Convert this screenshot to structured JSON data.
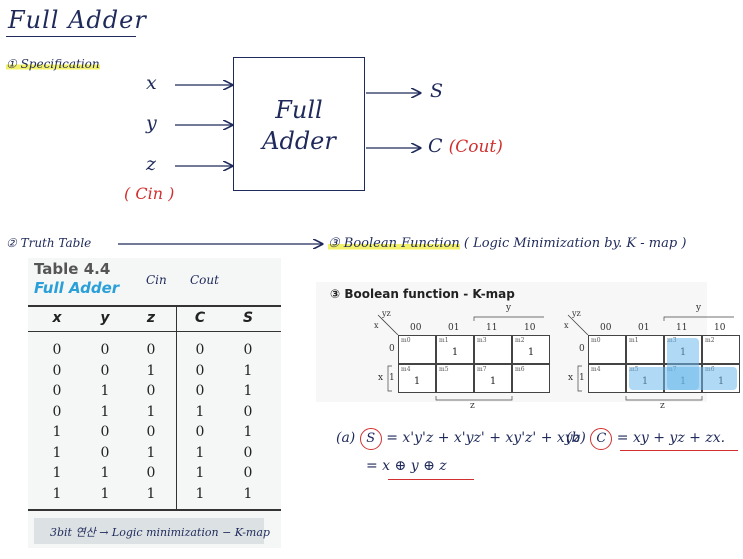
{
  "title": "Full Adder",
  "sections": {
    "spec": "① Specification",
    "truth": "② Truth Table",
    "boolean": "③ Boolean Function",
    "boolean_note": "( Logic Minimization by. K - map )"
  },
  "diagram": {
    "block_label_1": "Full",
    "block_label_2": "Adder",
    "input_x": "x",
    "input_y": "y",
    "input_z": "z",
    "cin_label": "( Cin )",
    "output_s": "S",
    "output_c": "C",
    "cout_label": "(Cout)"
  },
  "truth_table": {
    "title": "Table 4.4",
    "subtitle": "Full Adder",
    "cin_annotation": "Cin",
    "cout_annotation": "Cout",
    "headers": [
      "x",
      "y",
      "z",
      "C",
      "S"
    ],
    "rows": [
      [
        "0",
        "0",
        "0",
        "0",
        "0"
      ],
      [
        "0",
        "0",
        "1",
        "0",
        "1"
      ],
      [
        "0",
        "1",
        "0",
        "0",
        "1"
      ],
      [
        "0",
        "1",
        "1",
        "1",
        "0"
      ],
      [
        "1",
        "0",
        "0",
        "0",
        "1"
      ],
      [
        "1",
        "0",
        "1",
        "1",
        "0"
      ],
      [
        "1",
        "1",
        "0",
        "1",
        "0"
      ],
      [
        "1",
        "1",
        "1",
        "1",
        "1"
      ]
    ],
    "note": "3bit 연산 → Logic minimization − K-map"
  },
  "kmap_panel": {
    "title": "③ Boolean function - K-map",
    "corner_x": "x",
    "corner_yz": "yz",
    "y_label": "y",
    "z_label": "z",
    "x_side_label": "x",
    "col_labels": [
      "00",
      "01",
      "11",
      "10"
    ],
    "row_labels": [
      "0",
      "1"
    ],
    "minterms": [
      [
        "m0",
        "m1",
        "m3",
        "m2"
      ],
      [
        "m4",
        "m5",
        "m7",
        "m6"
      ]
    ],
    "map_s_values": [
      [
        "",
        "1",
        "",
        "1"
      ],
      [
        "1",
        "",
        "1",
        ""
      ]
    ],
    "map_c_values": [
      [
        "",
        "",
        "1",
        ""
      ],
      [
        "",
        "1",
        "1",
        "1"
      ]
    ]
  },
  "equations": {
    "a_label": "(a)",
    "s": "S",
    "s_expr": "= x'y'z + x'yz' + xy'z' + xyz",
    "s_simpl": "= x ⊕ y ⊕ z",
    "b_label": "(b)",
    "c": "C",
    "c_expr": "= xy + yz + zx."
  },
  "colors": {
    "ink": "#1f2a5a",
    "red": "#d13030",
    "highlight": "#f3f06a",
    "table_blue": "#2a9fd8",
    "kmap_shade": "#6eb9eb"
  }
}
